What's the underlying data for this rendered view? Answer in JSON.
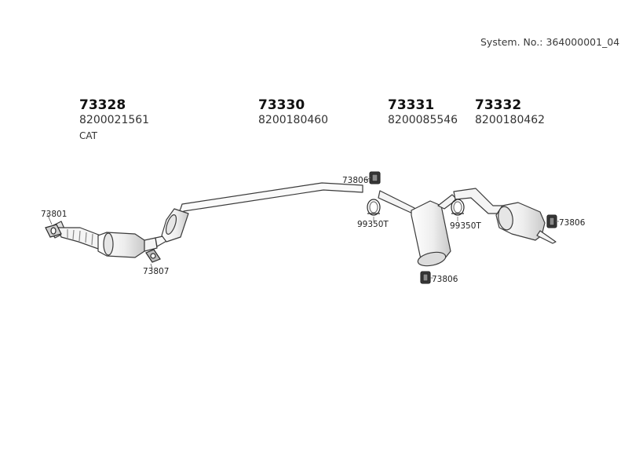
{
  "system_number_label": "System. No.: 364000001_04",
  "parts": [
    {
      "number": "73328",
      "oe_number": "8200021561",
      "note": "CAT"
    },
    {
      "number": "73330",
      "oe_number": "8200180460"
    },
    {
      "number": "73331",
      "oe_number": "8200085546"
    },
    {
      "number": "73332",
      "oe_number": "8200180462"
    }
  ],
  "callouts": {
    "c73801": "73801",
    "c73807": "73807",
    "c73806_top": "73806",
    "c99350_left": "99350T",
    "c73806_mid": "73806",
    "c99350_right": "99350T",
    "c73806_right": "73806"
  },
  "colors": {
    "line": "#3a3a3a",
    "fill": "#f2f2f2",
    "shade": "#d6d6d6",
    "dark": "#2a2a2a"
  }
}
